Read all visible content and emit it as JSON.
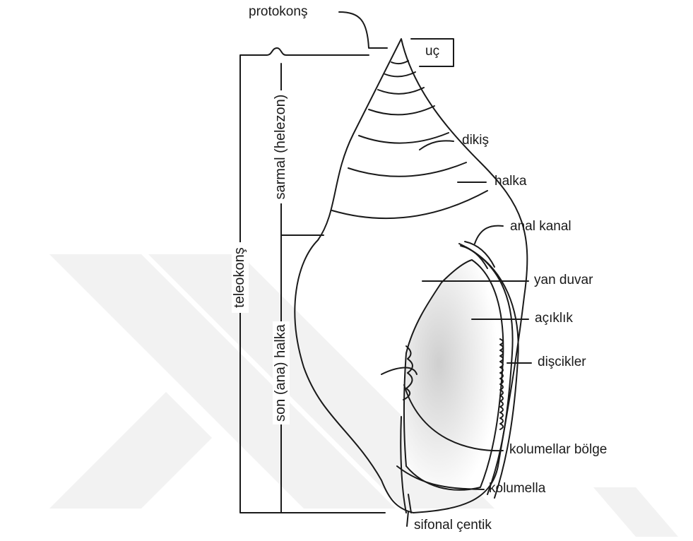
{
  "labels": {
    "protoconch": "protokonş",
    "apex": "uç",
    "suture": "dikiş",
    "whorl": "halka",
    "anal_canal": "anal kanal",
    "parietal_wall": "yan duvar",
    "aperture": "açıklık",
    "denticles": "dişcikler",
    "columellar_region": "kolumellar bölge",
    "columella": "kolumella",
    "siphonal_notch": "sifonal çentik",
    "teleoconch": "teleokonş",
    "spire": "sarmal (helezon)",
    "body_whorl": "son (ana) halka"
  },
  "colors": {
    "line": "#1a1a1a",
    "watermark": "#f1f1f1",
    "aperture_shade": "#d9d9d9"
  }
}
